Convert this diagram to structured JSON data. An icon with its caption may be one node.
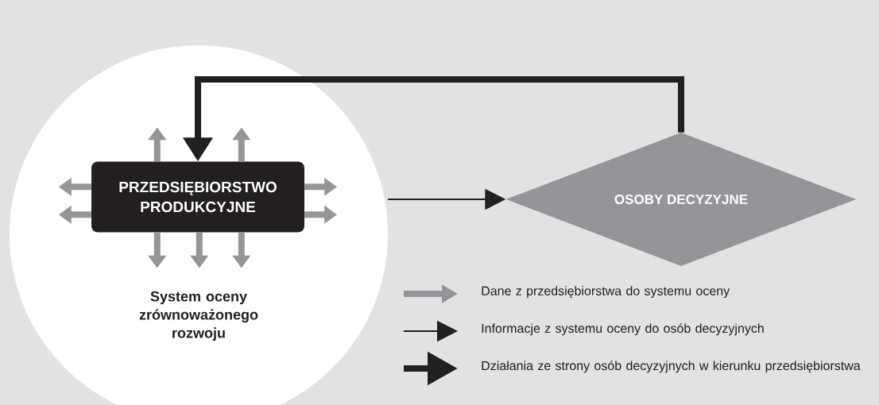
{
  "diagram": {
    "nodes": [
      {
        "text": [
          "System oceny zrównoważonego rozwoju"
        ]
      },
      {
        "text": [
          "PRZEDSIĘBIORSTWO PRODUKCYJNE"
        ],
        "in": 0
      },
      {
        "text": [
          "OSOBY DECYZYJNE"
        ]
      }
    ],
    "edges": [
      {
        "from": 0,
        "to": 2,
        "arrow": "to",
        "color": "#231f20"
      },
      {
        "from": 2,
        "to": 1,
        "arrow": "to",
        "color": "#231f20"
      },
      {
        "from": 1,
        "to": null,
        "arrow": "to"
      },
      {
        "from": 1,
        "to": null,
        "arrow": "to"
      },
      {
        "from": 1,
        "to": null,
        "arrow": "to"
      },
      {
        "from": 1,
        "to": null,
        "arrow": "to"
      },
      {
        "from": 1,
        "to": null,
        "arrow": "to"
      },
      {
        "from": 1,
        "to": null,
        "arrow": "to"
      },
      {
        "from": 1,
        "to": null,
        "arrow": "to"
      },
      {
        "from": 1,
        "to": null,
        "arrow": "to"
      },
      {
        "from": 1,
        "to": null,
        "arrow": "to"
      }
    ],
    "legend": [
      {
        "text": "Dane z przedsiębiorstwa do systemu oceny"
      },
      {
        "text": "Informacje z systemu oceny do osób decyzyjnych"
      },
      {
        "text": "Działania ze strony osób decyzyjnych w kierunku przedsiębiorstwa"
      }
    ]
  }
}
